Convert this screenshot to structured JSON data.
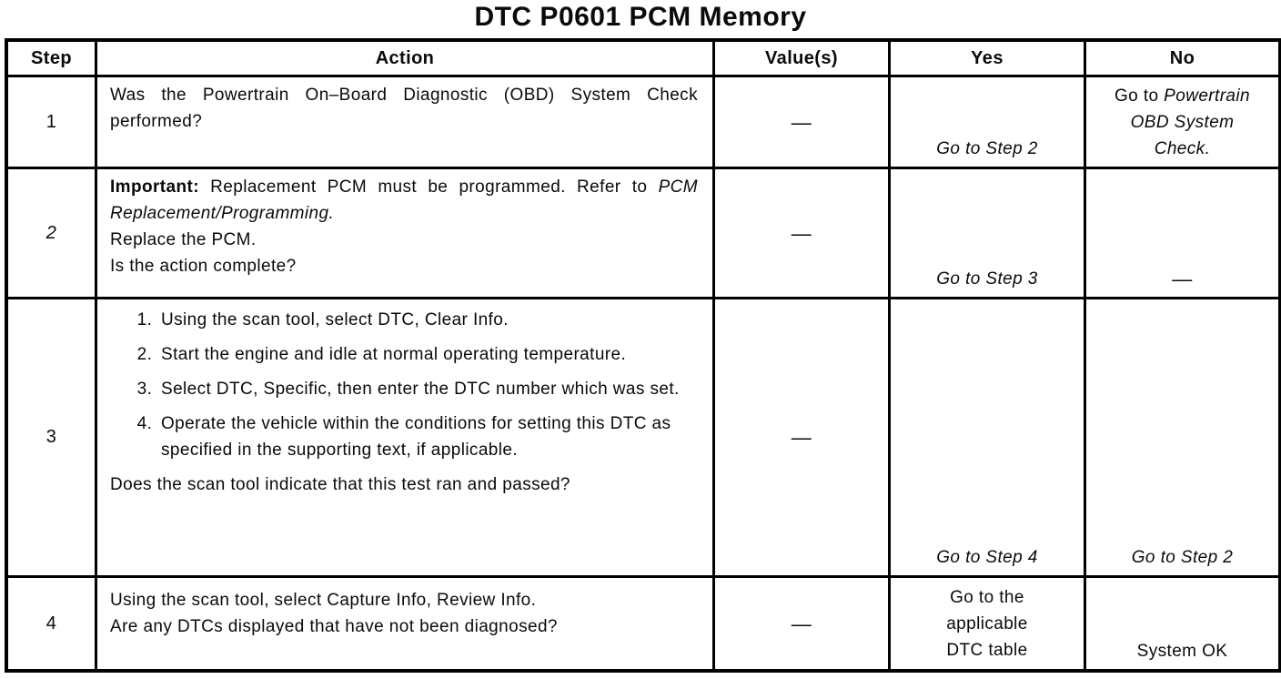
{
  "title": "DTC P0601 PCM Memory",
  "table": {
    "headers": {
      "step": "Step",
      "action": "Action",
      "values": "Value(s)",
      "yes": "Yes",
      "no": "No"
    },
    "rows": [
      {
        "step": "1",
        "action_question": "Was the Powertrain On–Board Diagnostic (OBD) System Check performed?",
        "value": "—",
        "yes": "Go to Step 2",
        "no_prefix": "Go to ",
        "no_ref": "Powertrain OBD System Check."
      },
      {
        "step": "2",
        "important_label": "Important:",
        "important_text": " Replacement PCM must be programmed. Refer to ",
        "important_ref": "PCM Replacement/Programming.",
        "action_line2": "Replace the PCM.",
        "action_question": "Is the action complete?",
        "value": "—",
        "yes": "Go to Step 3",
        "no": "—"
      },
      {
        "step": "3",
        "list": [
          "Using the scan tool, select DTC, Clear Info.",
          "Start the engine and idle at normal operating temperature.",
          "Select DTC, Specific, then enter the DTC number which was set.",
          "Operate the vehicle within the conditions for setting this DTC as specified in the supporting text, if applicable."
        ],
        "action_question": "Does the scan tool indicate that this test ran and passed?",
        "value": "—",
        "yes": "Go to Step 4",
        "no": "Go to Step 2"
      },
      {
        "step": "4",
        "action_line1": "Using the scan tool, select Capture Info, Review Info.",
        "action_question": "Are any DTCs displayed that have not been diagnosed?",
        "value": "—",
        "yes": "Go to the applicable DTC table",
        "no": "System OK"
      }
    ]
  }
}
